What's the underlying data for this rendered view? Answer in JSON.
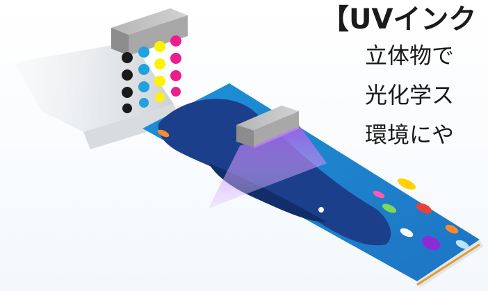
{
  "heading": {
    "title": "【UVインク"
  },
  "description": {
    "lines": [
      "立体物で",
      "光化学ス",
      "環境にや"
    ]
  },
  "ink_colors": {
    "black": "#1a1a1a",
    "cyan": "#1ea3e0",
    "yellow": "#fff200",
    "magenta": "#ec1d8f",
    "uv_light": "#b57cf0"
  },
  "icons": {
    "printhead": "printhead-block",
    "uv_lamp": "uv-lamp-block"
  }
}
